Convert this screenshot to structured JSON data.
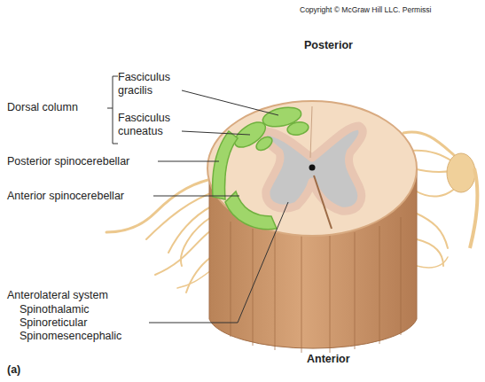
{
  "diagram": {
    "labels": [
      "Copyright © McGraw Hill LLC. Permissi",
      "Posterior",
      "Fasciculus gracilis",
      "Fasciculus cuneatus",
      "Dorsal column",
      "Posterior spinocerebellar",
      "Anterior spinocerebellar",
      "Anterolateral system",
      "Spinothalamic",
      "Spinoreticular",
      "Spinomesencephalic",
      "Anterior",
      "(a)"
    ]
  }
}
